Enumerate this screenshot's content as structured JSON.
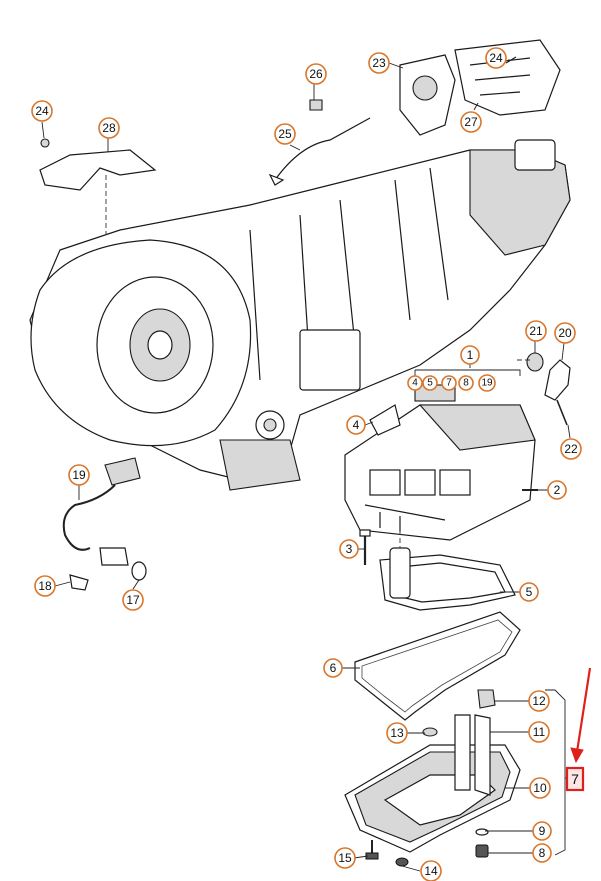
{
  "diagram": {
    "callouts": {
      "c1": "1",
      "c2": "2",
      "c3": "3",
      "c4": "4",
      "c5": "5",
      "c6": "6",
      "c8": "8",
      "c9": "9",
      "c10": "10",
      "c11": "11",
      "c12": "12",
      "c13": "13",
      "c14": "14",
      "c15": "15",
      "c17": "17",
      "c18": "18",
      "c19": "19",
      "c20": "20",
      "c21": "21",
      "c22": "22",
      "c23": "23",
      "c24a": "24",
      "c24b": "24",
      "c25": "25",
      "c26": "26",
      "c27": "27",
      "c28": "28"
    },
    "group_labels": {
      "g4": "4",
      "g5": "5",
      "g7": "7",
      "g8": "8",
      "g19": "19"
    },
    "highlight": {
      "label": "7",
      "color": "#e0201b"
    },
    "accent_color": "#d9762b"
  }
}
